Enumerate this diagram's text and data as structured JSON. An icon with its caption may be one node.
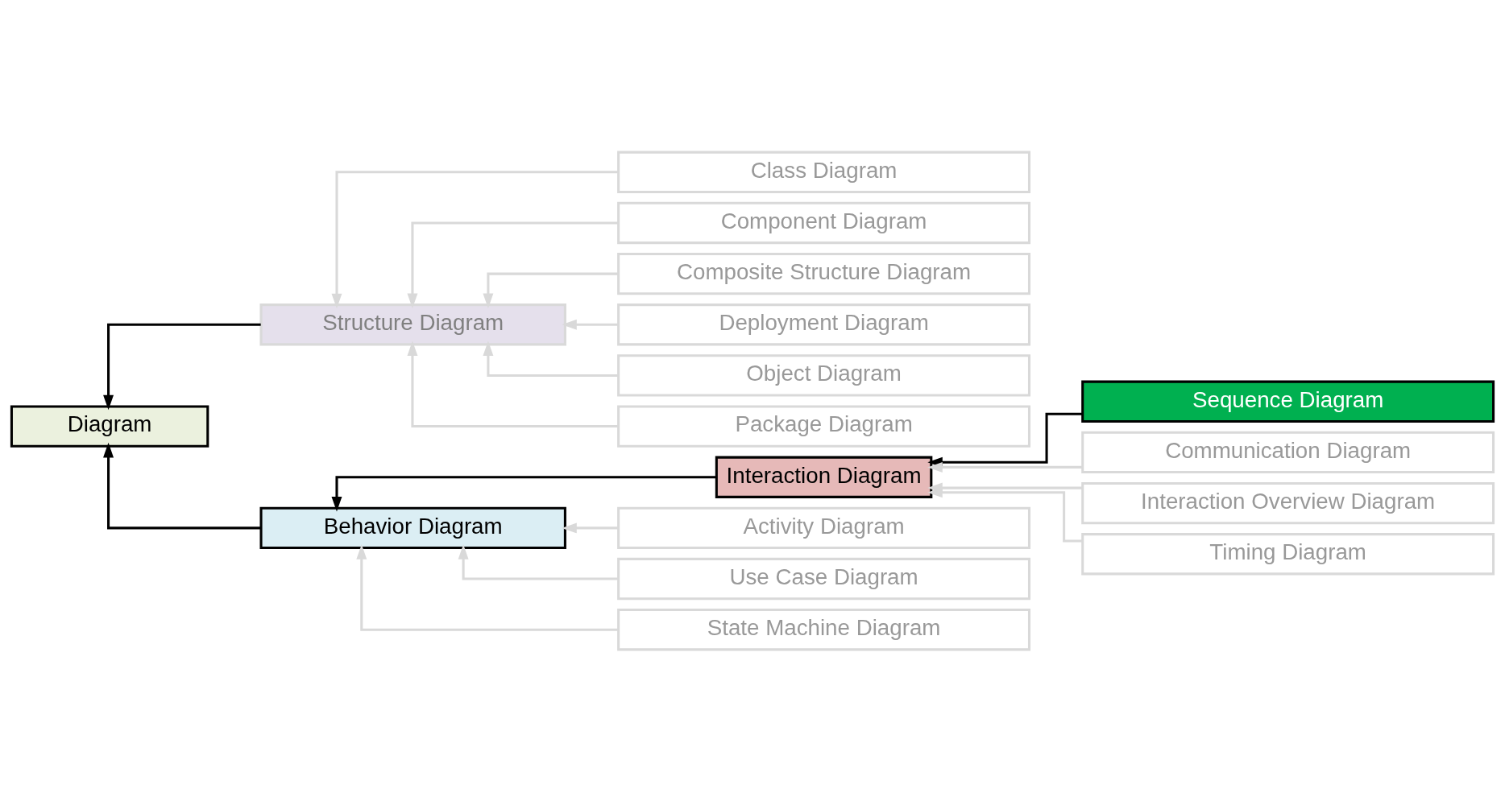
{
  "diagram": {
    "nodes": [
      {
        "text": [
          "Diagram"
        ]
      },
      {
        "text": [
          "Structure Diagram"
        ]
      },
      {
        "text": [
          "Behavior Diagram"
        ]
      },
      {
        "text": [
          "Interaction Diagram"
        ]
      },
      {
        "text": [
          "Class Diagram"
        ]
      },
      {
        "text": [
          "Component Diagram"
        ]
      },
      {
        "text": [
          "Composite Structure Diagram"
        ]
      },
      {
        "text": [
          "Deployment Diagram"
        ]
      },
      {
        "text": [
          "Object Diagram"
        ]
      },
      {
        "text": [
          "Package Diagram"
        ]
      },
      {
        "text": [
          "Activity Diagram"
        ]
      },
      {
        "text": [
          "Use Case Diagram"
        ]
      },
      {
        "text": [
          "State Machine Diagram"
        ]
      },
      {
        "text": [
          "Sequence Diagram"
        ]
      },
      {
        "text": [
          "Communication Diagram"
        ]
      },
      {
        "text": [
          "Interaction Overview Diagram"
        ]
      },
      {
        "text": [
          "Timing Diagram"
        ]
      }
    ],
    "edges": [
      {
        "from": 1,
        "to": 0,
        "arrow": "to",
        "color": "#000000"
      },
      {
        "from": 2,
        "to": 0,
        "arrow": "to",
        "color": "#000000"
      },
      {
        "from": 4,
        "to": 1,
        "arrow": "to"
      },
      {
        "from": 5,
        "to": 1,
        "arrow": "to"
      },
      {
        "from": 6,
        "to": 1,
        "arrow": "to"
      },
      {
        "from": 7,
        "to": 1,
        "arrow": "to"
      },
      {
        "from": 8,
        "to": 1,
        "arrow": "to"
      },
      {
        "from": 9,
        "to": 1,
        "arrow": "to"
      },
      {
        "from": 10,
        "to": 2,
        "arrow": "to"
      },
      {
        "from": 11,
        "to": 2,
        "arrow": "to"
      },
      {
        "from": 12,
        "to": 2,
        "arrow": "to"
      },
      {
        "from": 3,
        "to": 2,
        "arrow": "to",
        "color": "#000000"
      },
      {
        "from": 13,
        "to": 3,
        "arrow": "to",
        "color": "#000000"
      },
      {
        "from": 14,
        "to": 3,
        "arrow": "to"
      },
      {
        "from": 15,
        "to": 3,
        "arrow": "to"
      },
      {
        "from": 16,
        "to": 3,
        "arrow": "to"
      }
    ]
  }
}
